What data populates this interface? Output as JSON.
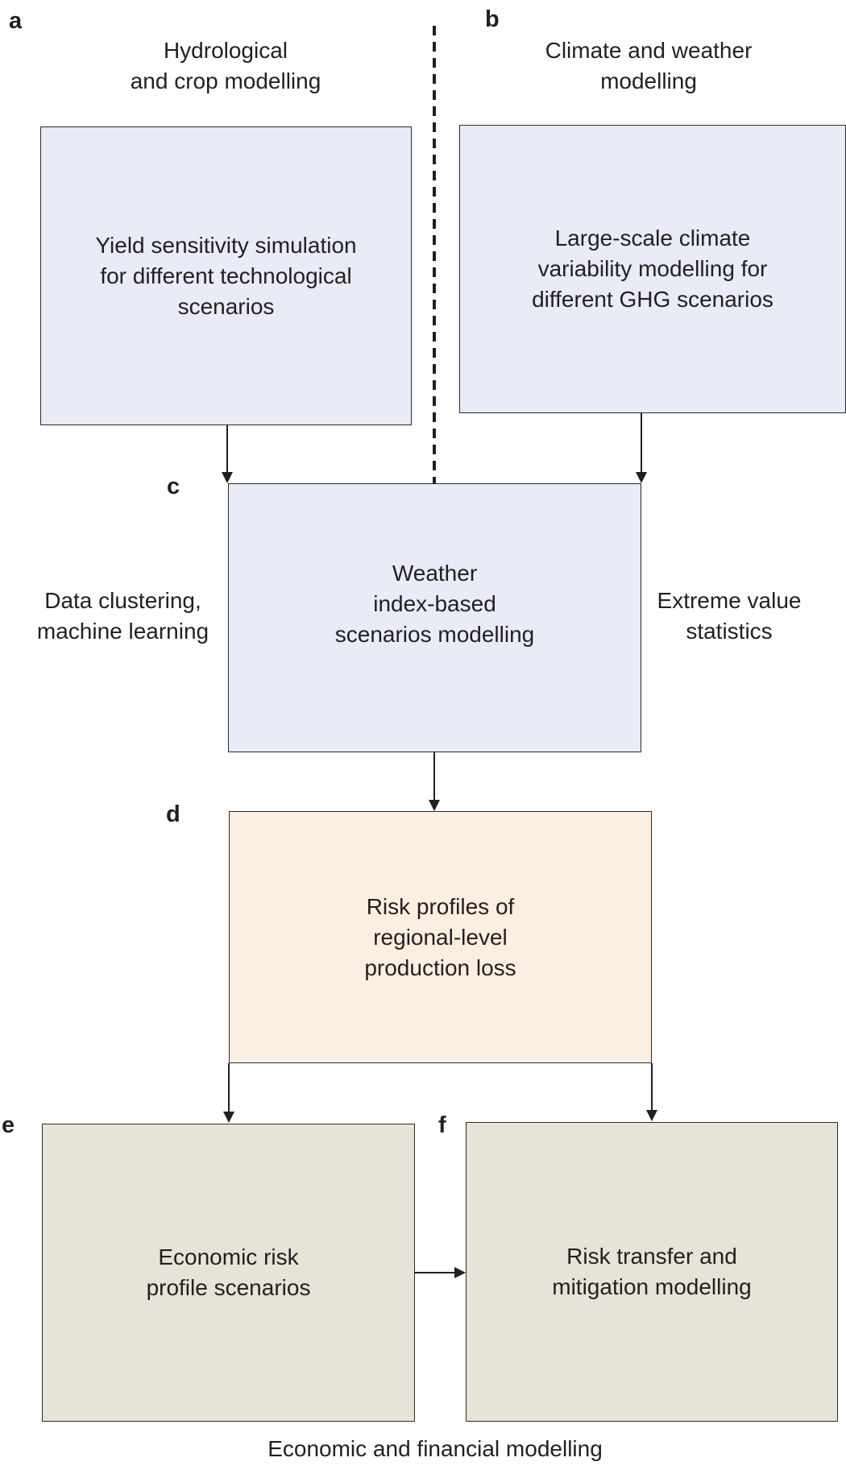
{
  "colors": {
    "blue_box": "#e9ebf6",
    "peach_box": "#fdeee2",
    "taupe_box": "#e6e3d8",
    "line": "#231f20"
  },
  "panels": {
    "a": {
      "letter": "a",
      "header": "Hydrological\nand crop modelling",
      "box_text": "Yield sensitivity simulation\nfor different technological\nscenarios"
    },
    "b": {
      "letter": "b",
      "header": "Climate and weather\nmodelling",
      "box_text": "Large-scale climate\nvariability modelling for\ndifferent GHG  scenarios"
    },
    "c": {
      "letter": "c",
      "box_text": "Weather\nindex-based\nscenarios modelling",
      "left_note": "Data clustering,\nmachine learning",
      "right_note": "Extreme value\nstatistics"
    },
    "d": {
      "letter": "d",
      "box_text": "Risk profiles of\nregional-level\nproduction loss"
    },
    "e": {
      "letter": "e",
      "box_text": "Economic risk\nprofile scenarios"
    },
    "f": {
      "letter": "f",
      "box_text": "Risk transfer and\nmitigation modelling"
    }
  },
  "footer": "Economic and financial modelling"
}
